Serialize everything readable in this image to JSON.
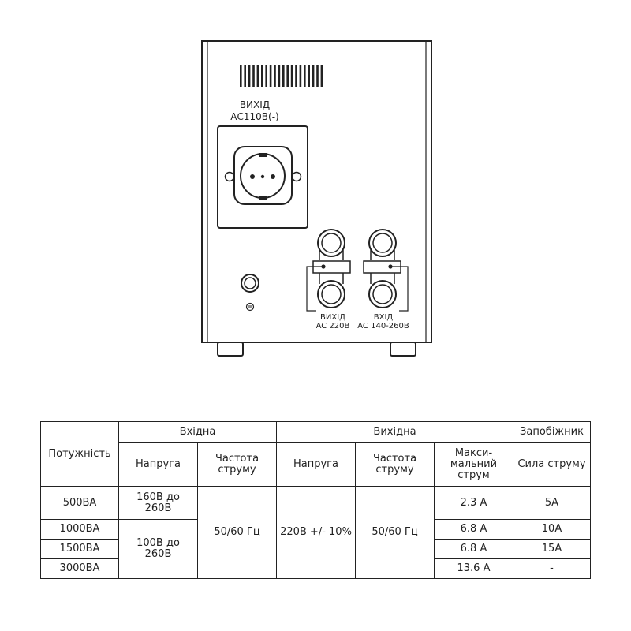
{
  "device": {
    "output_top_label": [
      "ВИХІД",
      "АС110В(-)"
    ],
    "output_terminal_label": [
      "ВИХІД",
      "AC 220В"
    ],
    "input_terminal_label": [
      "ВХІД",
      "AC 140-260В"
    ],
    "ground_symbol": "ground-symbol-icon",
    "colors": {
      "line": "#222222",
      "background": "#ffffff"
    }
  },
  "table": {
    "power_header": "Потужність",
    "group_headers": {
      "input": "Вхідна",
      "output": "Вихідна",
      "fuse": "Запобіжник"
    },
    "sub_headers": {
      "in_voltage": "Напруга",
      "in_frequency": "Частота струму",
      "out_voltage": "Напруга",
      "out_frequency": "Частота струму",
      "max_current": "Макси-мальний струм",
      "fuse_current": "Сила струму"
    },
    "rows": [
      {
        "power": "500ВА",
        "max_current": "2.3 А",
        "fuse": "5А"
      },
      {
        "power": "1000ВА",
        "max_current": "6.8 А",
        "fuse": "10А"
      },
      {
        "power": "1500ВА",
        "max_current": "6.8 А",
        "fuse": "15А"
      },
      {
        "power": "3000ВА",
        "max_current": "13.6 А",
        "fuse": "-"
      }
    ],
    "in_voltage_500": "160В до 260В",
    "in_voltage_1000_3000": "100В до 260В",
    "in_frequency": "50/60 Гц",
    "out_voltage": "220В +/- 10%",
    "out_frequency": "50/60 Гц"
  }
}
